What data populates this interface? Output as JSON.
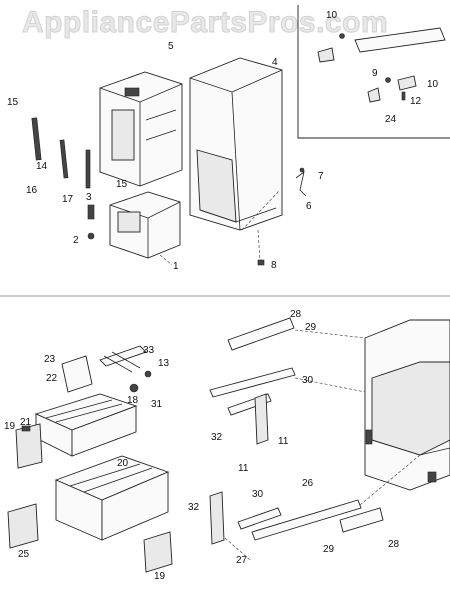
{
  "watermark": "AppliancePartsPros.com",
  "callouts": [
    "1",
    "2",
    "3",
    "4",
    "5",
    "6",
    "7",
    "8",
    "9",
    "10",
    "10",
    "11",
    "11",
    "12",
    "13",
    "14",
    "15",
    "15",
    "16",
    "17",
    "18",
    "19",
    "19",
    "20",
    "21",
    "22",
    "23",
    "24",
    "25",
    "26",
    "27",
    "28",
    "28",
    "29",
    "29",
    "30",
    "30",
    "31",
    "32",
    "32",
    "33"
  ]
}
